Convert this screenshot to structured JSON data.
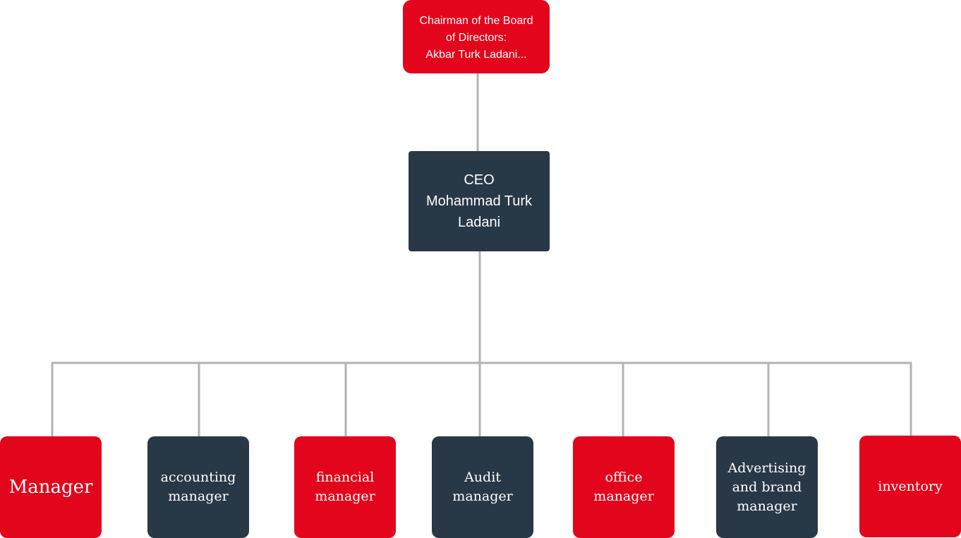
{
  "colors": {
    "red": "#e3051b",
    "dark": "#293847",
    "connector": "#b3b3b3",
    "text": "#ffffff"
  },
  "chairman": {
    "label": "Chairman of the Board\nof Directors:\n  Akbar Turk Ladani..."
  },
  "ceo": {
    "label": "CEO\nMohammad Turk\nLadani"
  },
  "departments": [
    {
      "label": "Manager"
    },
    {
      "label": "accounting\nmanager"
    },
    {
      "label": "financial\nmanager"
    },
    {
      "label": "Audit\nmanager"
    },
    {
      "label": "office\nmanager"
    },
    {
      "label": "Advertising\nand brand\nmanager"
    },
    {
      "label": "inventory"
    }
  ]
}
